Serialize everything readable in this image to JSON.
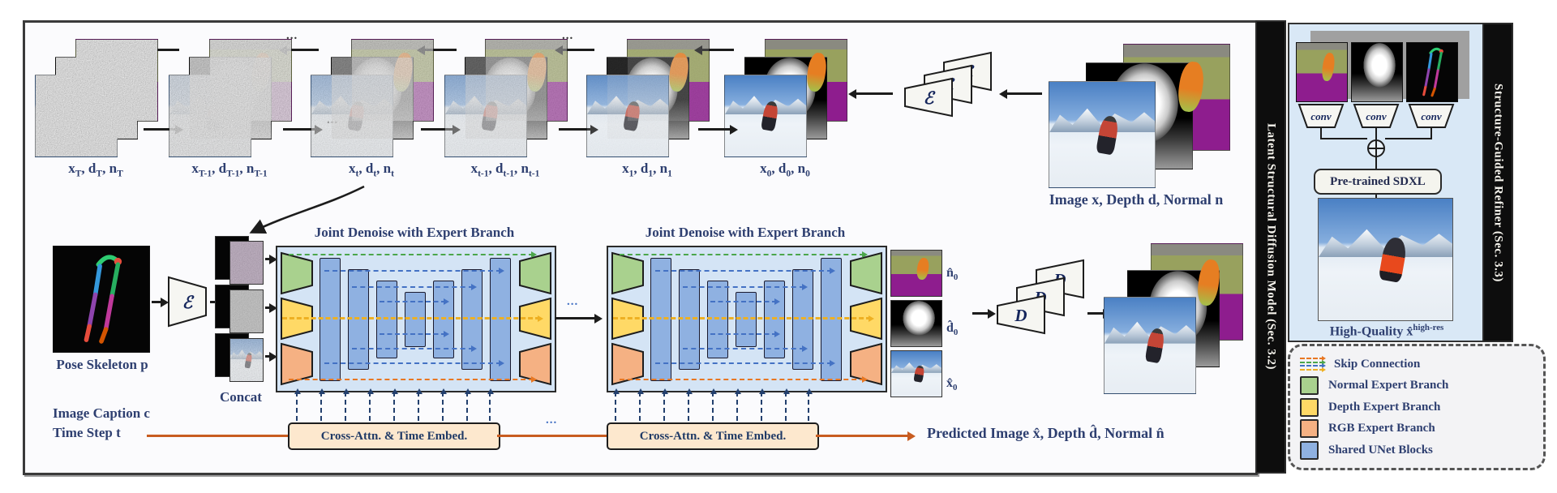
{
  "misc": {
    "ellipsis": "..."
  },
  "colors": {
    "normal_expert": "#a9d18e",
    "depth_expert": "#ffd966",
    "rgb_expert": "#f5b183",
    "shared_unet": "#8fb1e1",
    "skip_green": "#4ba64b",
    "skip_blue": "#4472c4",
    "skip_yellow": "#eeb022",
    "skip_orange": "#e87722",
    "condition_line": "#c85c20"
  },
  "top_chain": {
    "stacks": [
      {
        "label": "x_{T}, d_{T}, n_{T}"
      },
      {
        "label": "x_{T-1}, d_{T-1}, n_{T-1}"
      },
      {
        "label": "x_{t}, d_{t}, n_{t}"
      },
      {
        "label": "x_{t-1}, d_{t-1}, n_{t-1}"
      },
      {
        "label": "x_{1}, d_{1}, n_{1}"
      },
      {
        "label": "x_{0}, d_{0}, n_{0}"
      }
    ],
    "encoder_glyph": "ℰ",
    "source_label": "Image x, Depth d, Normal n"
  },
  "mid": {
    "pose_label": "Pose Skeleton p",
    "encoder_glyph": "ℰ",
    "concat_label": "Concat",
    "unet_title": "Joint Denoise with Expert Branch",
    "outputs": [
      {
        "label": "n̂_{0}"
      },
      {
        "label": "d̂_{0}"
      },
      {
        "label": "x̂_{0}"
      }
    ],
    "decoder_glyph": "D",
    "predicted_label": "Predicted Image x̂, Depth d̂, Normal n̂"
  },
  "conditioning": {
    "caption_label": "Image Caption c",
    "timestep_label": "Time Step t",
    "cross_attn_label": "Cross-Attn. & Time Embed."
  },
  "section_bars": {
    "left": "Latent Structural Diffusion Model (Sec. 3.2)",
    "right": "Structure-Guided Refiner (Sec. 3.3)"
  },
  "refiner": {
    "conv_label": "conv",
    "sdxl_label": "Pre-trained SDXL",
    "output_label": "High-Quality x̂^{high-res}"
  },
  "legend": {
    "items": [
      {
        "label": "Skip Connection",
        "type": "skip"
      },
      {
        "label": "Normal Expert Branch",
        "color": "#a9d18e"
      },
      {
        "label": "Depth Expert Branch",
        "color": "#ffd966"
      },
      {
        "label": "RGB Expert Branch",
        "color": "#f5b183"
      },
      {
        "label": "Shared UNet Blocks",
        "color": "#8fb1e1"
      }
    ]
  }
}
